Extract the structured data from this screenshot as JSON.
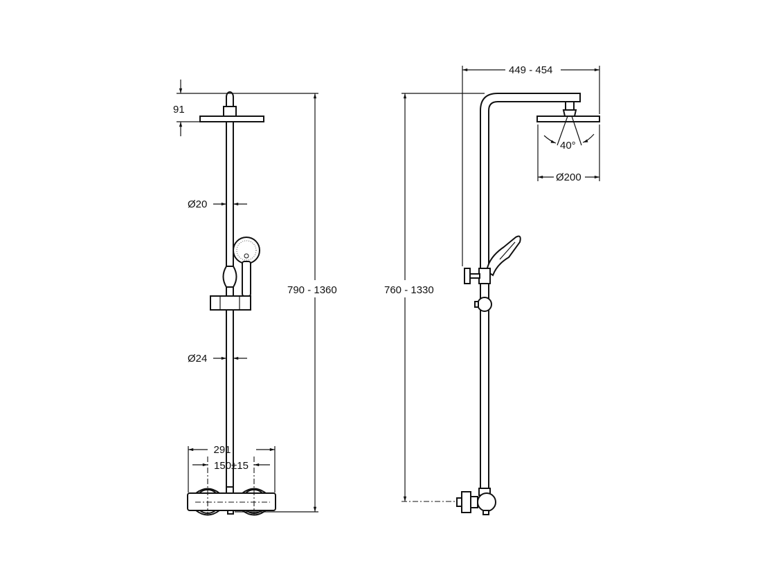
{
  "front_view": {
    "height_range": "790 - 1360",
    "head_height": "91",
    "upper_pipe_diameter": "Ø20",
    "lower_pipe_diameter": "Ø24",
    "mixer_width": "291",
    "inlet_spacing": "150±15"
  },
  "side_view": {
    "height_range": "760 - 1330",
    "arm_projection": "449 - 454",
    "spray_angle": "40°",
    "head_diameter": "Ø200"
  }
}
